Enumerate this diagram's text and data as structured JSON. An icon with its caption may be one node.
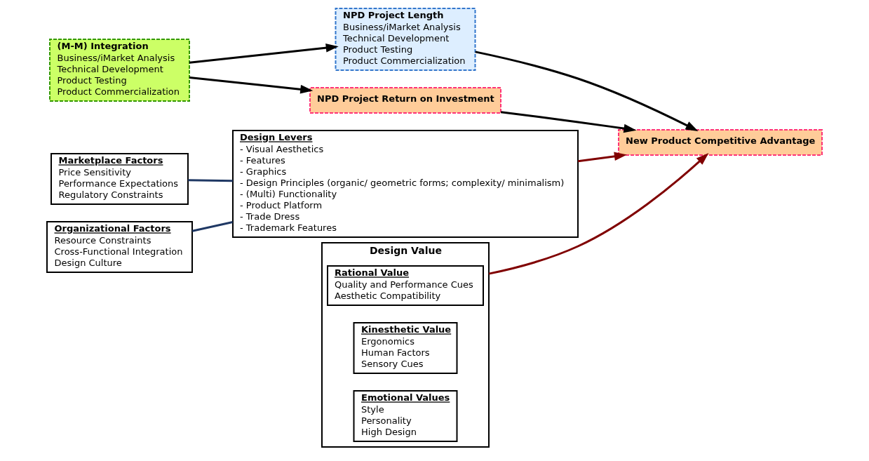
{
  "diagram": {
    "nodes": [
      {
        "text": [
          "(M-M) Integration",
          "Business/iMarket Analysis",
          "Technical Development",
          "Product Testing",
          "Product Commercialization"
        ]
      },
      {
        "text": [
          "NPD Project Length",
          "Business/iMarket Analysis",
          "Technical Development",
          "Product Testing",
          "Product Commercialization"
        ]
      },
      {
        "text": [
          "New Product Competitive Advantage"
        ]
      },
      {
        "text": [
          "NPD Project Return on Investment"
        ]
      },
      {
        "text": [
          "Design Levers",
          "- Visual Aesthetics",
          "- Features",
          "- Graphics",
          "- Design Principles (organic/ geometric forms; complexity/ minimalism)",
          "- (Multi) Functionality",
          "- Product Platform",
          "- Trade Dress",
          "- Trademark Features"
        ]
      },
      {
        "text": [
          "Design Value"
        ]
      },
      {
        "text": [
          "Rational Value",
          "Quality and Performance Cues",
          "Aesthetic Compatibility"
        ],
        "in": 5
      },
      {
        "text": [
          "Kinesthetic Value",
          "Ergonomics",
          "Human Factors",
          "Sensory Cues"
        ],
        "in": 5
      },
      {
        "text": [
          "Emotional Values",
          "Style",
          "Personality",
          "High Design"
        ],
        "in": 5
      },
      {
        "text": [
          "Marketplace Factors",
          "Price Sensitivity",
          "Performance Expectations",
          "Regulatory Constraints"
        ]
      },
      {
        "text": [
          "Organizational Factors",
          "Resource Constraints",
          "Cross-Functional Integration",
          "Design Culture"
        ]
      }
    ],
    "edges": [
      {
        "from": 0,
        "to": 1,
        "arrow": "to"
      },
      {
        "from": 1,
        "to": 2,
        "arrow": "to"
      },
      {
        "from": 0,
        "to": 3,
        "arrow": "to"
      },
      {
        "from": 3,
        "to": 2,
        "arrow": "to"
      },
      {
        "from": 4,
        "to": 2,
        "arrow": "to",
        "color": "#800000"
      },
      {
        "from": 5,
        "to": 2,
        "arrow": "to",
        "color": "#800000"
      },
      {
        "from": 9,
        "to": 4,
        "arrow": "none",
        "color": "#1f3864"
      },
      {
        "from": 10,
        "to": 4,
        "arrow": "none",
        "color": "#1f3864"
      }
    ]
  }
}
